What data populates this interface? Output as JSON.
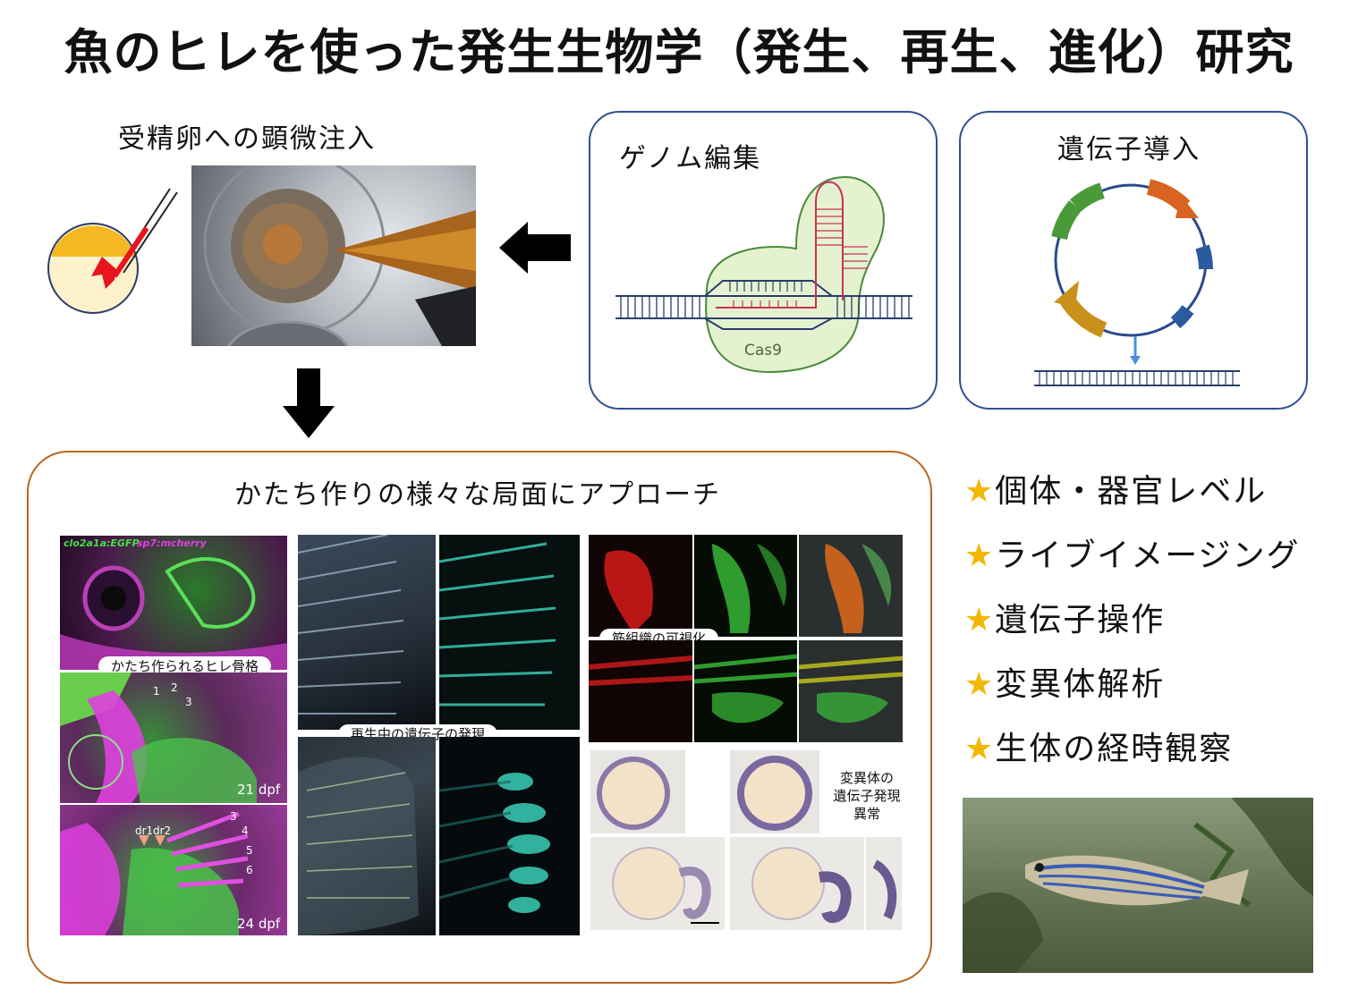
{
  "title": "魚のヒレを使った発生生物学（発生、再生、進化）研究",
  "microinjection": {
    "label": "受精卵への顕微注入"
  },
  "genome_editing": {
    "label": "ゲノム編集",
    "protein": "Cas9"
  },
  "gene_transfer": {
    "label": "遺伝子導入"
  },
  "morphogenesis": {
    "heading": "かたち作りの様々な局面にアプローチ",
    "fin_panel": {
      "marker_green": "clo2a1a:EGFP",
      "marker_magenta": "sp7:mcherry",
      "caption": "かたち作られるヒレ骨格",
      "ray_numbers_top": [
        "1",
        "2",
        "3"
      ],
      "ray_numbers_bottom": [
        "3",
        "4",
        "5",
        "6"
      ],
      "dr1": "dr1",
      "dr2": "dr2",
      "stage_a": "21 dpf",
      "stage_b": "24 dpf"
    },
    "regeneration_caption": "再生中の遺伝子の発現",
    "muscle_caption": "筋組織の可視化",
    "mutant_caption_lines": [
      "変異体の",
      "遺伝子発現",
      "異常"
    ]
  },
  "features": [
    "個体・器官レベル",
    "ライブイメージング",
    "遺伝子操作",
    "変異体解析",
    "生体の経時観察"
  ],
  "star_glyph": "★",
  "colors": {
    "panel_border": "#2f4f8f",
    "morph_border": "#b8661f",
    "star": "#f2b700",
    "egfp": "#3de03d",
    "mcherry": "#e040e0"
  }
}
